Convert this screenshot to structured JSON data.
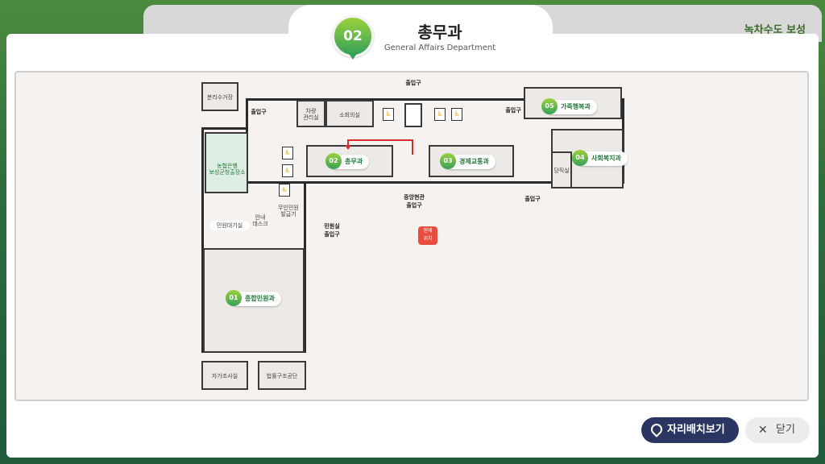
{
  "header": {
    "dept_number": "02",
    "title": "총무과",
    "subtitle": "General Affairs Department",
    "brand": "녹차수도 보성"
  },
  "map": {
    "rooms": {
      "recycling": "분리수거장",
      "vehicle": "차량\n관리실",
      "small_meeting": "소회의실",
      "bank": "농협은행\n보성군청출장소",
      "civil_waiting": "민원대기실",
      "unmanned": "무인민원\n발급기",
      "info_desk": "안내\n데스크",
      "duty": "당직실",
      "self_check": "자가조사실",
      "legal_aid": "법률구조공단",
      "current": "현재\n위치"
    },
    "departments": [
      {
        "num": "01",
        "name": "종합민원과"
      },
      {
        "num": "02",
        "name": "총무과"
      },
      {
        "num": "03",
        "name": "경제교통과"
      },
      {
        "num": "04",
        "name": "사회복지과"
      },
      {
        "num": "05",
        "name": "가족행복과"
      }
    ],
    "entrances": {
      "top": "출입구",
      "left_top": "출입구",
      "right_top": "출입구",
      "right_bottom": "출입구",
      "central": "중앙현관\n출입구",
      "civil": "민원실\n출입구"
    }
  },
  "actions": {
    "seat_label": "자리배치보기",
    "close_label": "닫기"
  },
  "colors": {
    "accent": "#2b3561",
    "green": "#35a05a",
    "route": "#d32f2f"
  }
}
